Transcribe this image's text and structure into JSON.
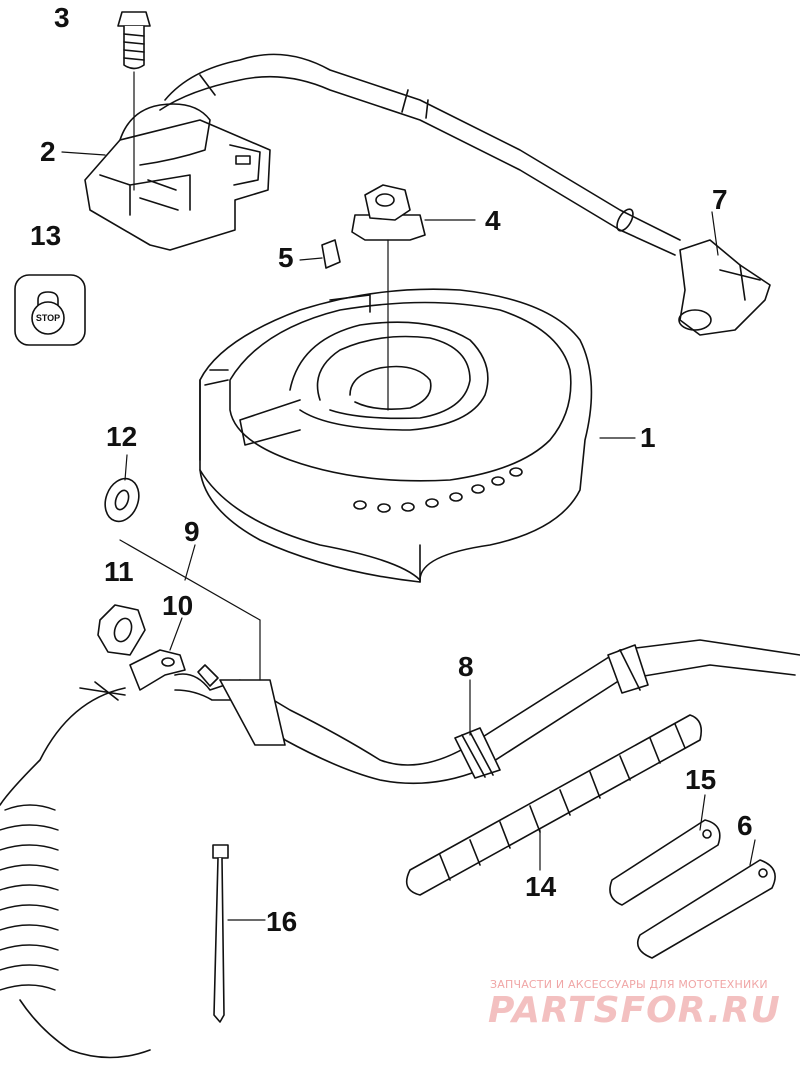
{
  "callouts": {
    "n1": "1",
    "n2": "2",
    "n3": "3",
    "n4": "4",
    "n5": "5",
    "n6": "6",
    "n7": "7",
    "n8": "8",
    "n9": "9",
    "n10": "10",
    "n11": "11",
    "n12": "12",
    "n13": "13",
    "n14": "14",
    "n15": "15",
    "n16": "16"
  },
  "stop_switch": {
    "text": "STOP"
  },
  "watermark": {
    "tagline": "ЗАПЧАСТИ И АКСЕССУАРЫ ДЛЯ МОТОТЕХНИКИ",
    "logo": "PARTSFOR.RU"
  }
}
